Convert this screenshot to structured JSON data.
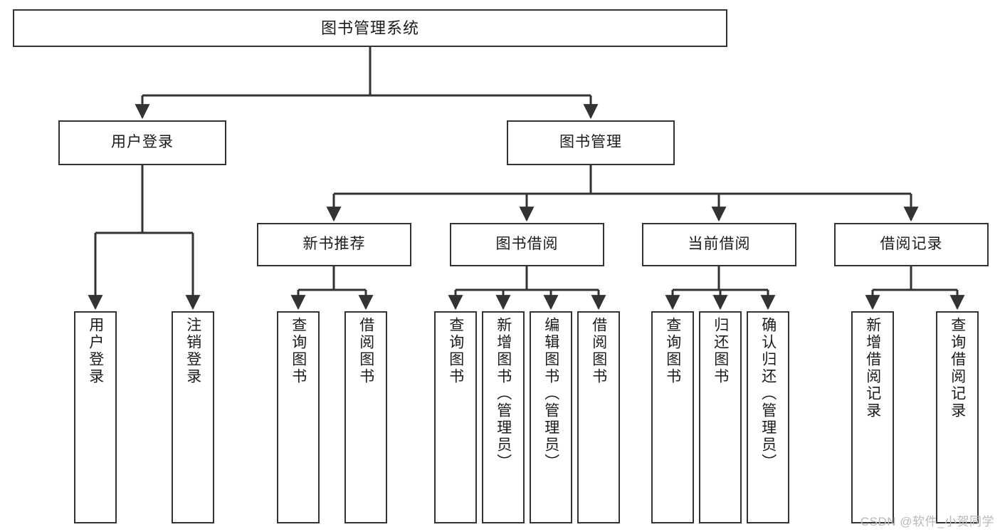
{
  "diagram": {
    "title": "图书管理系统",
    "watermark": "CSDN @软件_小贺同学",
    "line_color": "#333333",
    "box_fill": "#ffffff",
    "text_color": "#1b1b1b",
    "orientation": "top-down-tree"
  },
  "nodes": {
    "root": {
      "label": "图书管理系统",
      "level": 1
    },
    "user_login": {
      "label": "用户登录",
      "level": 2
    },
    "book_manage": {
      "label": "图书管理",
      "level": 2
    },
    "new_book_rec": {
      "label": "新书推荐",
      "level": 3
    },
    "book_borrow": {
      "label": "图书借阅",
      "level": 3
    },
    "current_borrow": {
      "label": "当前借阅",
      "level": 3
    },
    "borrow_record": {
      "label": "借阅记录",
      "level": 3
    },
    "leaf_user_login": {
      "label": "用户登录",
      "level": 3
    },
    "leaf_user_logout": {
      "label": "注销登录",
      "level": 3
    },
    "leaf_query_book_1": {
      "label": "查询图书",
      "level": 4
    },
    "leaf_borrow_book_1": {
      "label": "借阅图书",
      "level": 4
    },
    "leaf_query_book_2": {
      "label": "查询图书",
      "level": 4
    },
    "leaf_add_book": {
      "label": "新增图书（管理员）",
      "level": 4
    },
    "leaf_edit_book": {
      "label": "编辑图书（管理员）",
      "level": 4
    },
    "leaf_borrow_book_2": {
      "label": "借阅图书",
      "level": 4
    },
    "leaf_query_book_3": {
      "label": "查询图书",
      "level": 4
    },
    "leaf_return_book": {
      "label": "归还图书",
      "level": 4
    },
    "leaf_confirm_return": {
      "label": "确认归还（管理员）",
      "level": 4
    },
    "leaf_add_record": {
      "label": "新增借阅记录",
      "level": 4
    },
    "leaf_query_record": {
      "label": "查询借阅记录",
      "level": 4
    }
  },
  "chart_data": {
    "type": "tree",
    "title": "图书管理系统",
    "root": "图书管理系统",
    "edges": [
      [
        "图书管理系统",
        "用户登录"
      ],
      [
        "图书管理系统",
        "图书管理"
      ],
      [
        "用户登录",
        "用户登录"
      ],
      [
        "用户登录",
        "注销登录"
      ],
      [
        "图书管理",
        "新书推荐"
      ],
      [
        "图书管理",
        "图书借阅"
      ],
      [
        "图书管理",
        "当前借阅"
      ],
      [
        "图书管理",
        "借阅记录"
      ],
      [
        "新书推荐",
        "查询图书"
      ],
      [
        "新书推荐",
        "借阅图书"
      ],
      [
        "图书借阅",
        "查询图书"
      ],
      [
        "图书借阅",
        "新增图书（管理员）"
      ],
      [
        "图书借阅",
        "编辑图书（管理员）"
      ],
      [
        "图书借阅",
        "借阅图书"
      ],
      [
        "当前借阅",
        "查询图书"
      ],
      [
        "当前借阅",
        "归还图书"
      ],
      [
        "当前借阅",
        "确认归还（管理员）"
      ],
      [
        "借阅记录",
        "新增借阅记录"
      ],
      [
        "借阅记录",
        "查询借阅记录"
      ]
    ],
    "levels": [
      [
        "图书管理系统"
      ],
      [
        "用户登录",
        "图书管理"
      ],
      [
        "新书推荐",
        "图书借阅",
        "当前借阅",
        "借阅记录"
      ],
      [
        "用户登录",
        "注销登录",
        "查询图书",
        "借阅图书",
        "查询图书",
        "新增图书（管理员）",
        "编辑图书（管理员）",
        "借阅图书",
        "查询图书",
        "归还图书",
        "确认归还（管理员）",
        "新增借阅记录",
        "查询借阅记录"
      ]
    ]
  }
}
